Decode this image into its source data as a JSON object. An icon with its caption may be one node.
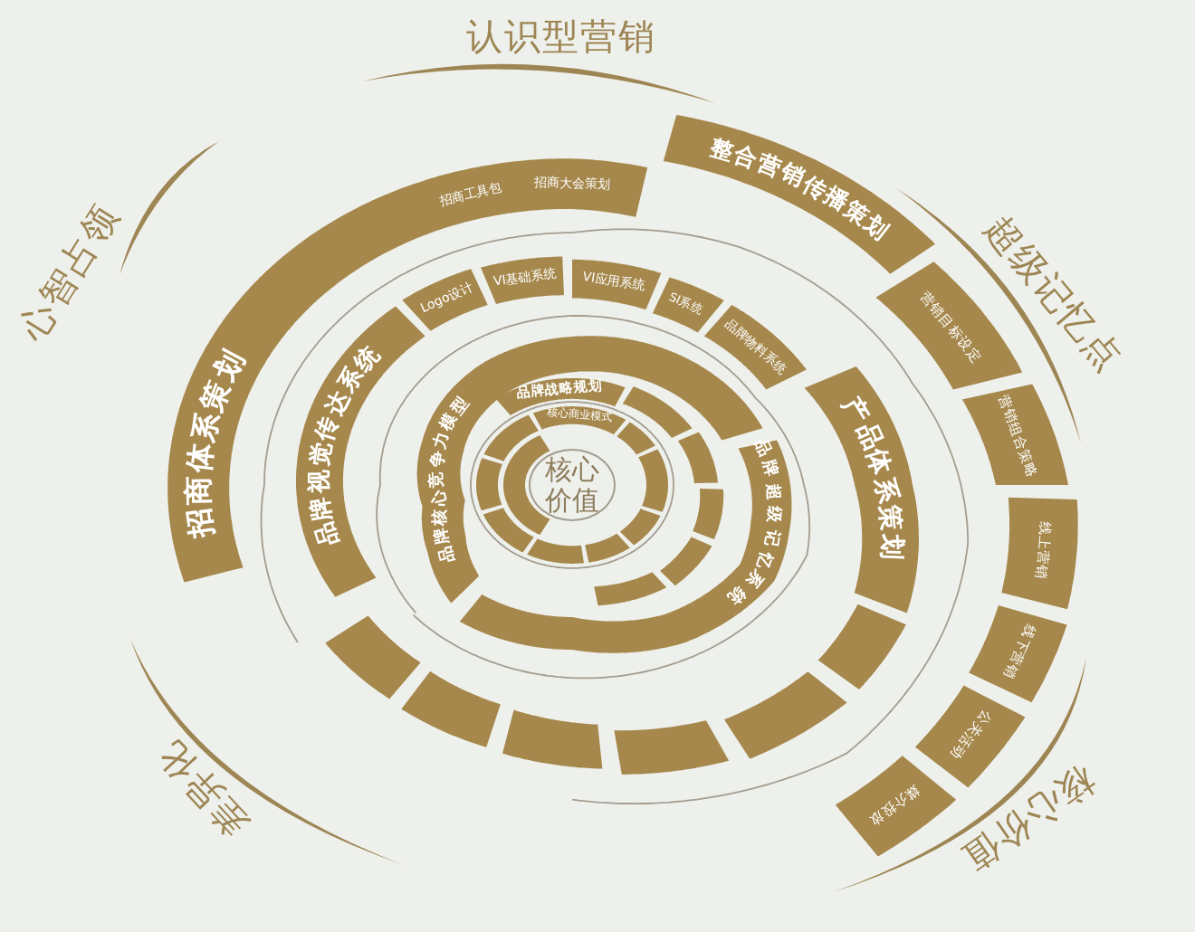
{
  "diagram": {
    "nodes": [
      {
        "text": [
          "核心价值"
        ]
      },
      {
        "text": [],
        "shape": "bar"
      },
      {
        "text": [
          "核心商业模式"
        ]
      },
      {
        "text": [],
        "shape": "bar"
      },
      {
        "text": [],
        "shape": "bar"
      },
      {
        "text": [],
        "shape": "bar"
      },
      {
        "text": [],
        "shape": "bar"
      },
      {
        "text": [],
        "shape": "bar"
      },
      {
        "text": [],
        "shape": "bar"
      },
      {
        "text": [],
        "shape": "bar"
      },
      {
        "text": [],
        "shape": "bar"
      },
      {
        "text": [
          "品牌战略规划"
        ]
      },
      {
        "text": [],
        "shape": "bar"
      },
      {
        "text": [],
        "shape": "bar"
      },
      {
        "text": [],
        "shape": "bar"
      },
      {
        "text": [],
        "shape": "bar"
      },
      {
        "text": [],
        "shape": "bar"
      },
      {
        "text": [
          "品牌核心竞争力模型"
        ]
      },
      {
        "text": [
          "品牌超级记忆系统"
        ]
      },
      {
        "text": [
          "品牌视觉传达系统"
        ]
      },
      {
        "text": [
          "Logo设计"
        ]
      },
      {
        "text": [
          "VI基础系统"
        ]
      },
      {
        "text": [
          "VI应用系统"
        ]
      },
      {
        "text": [
          "SI系统"
        ]
      },
      {
        "text": [
          "品牌物料系统"
        ]
      },
      {
        "text": [
          "产品体系策划"
        ]
      },
      {
        "text": [],
        "shape": "bar"
      },
      {
        "text": [],
        "shape": "bar"
      },
      {
        "text": [],
        "shape": "bar"
      },
      {
        "text": [],
        "shape": "bar"
      },
      {
        "text": [],
        "shape": "bar"
      },
      {
        "text": [],
        "shape": "bar"
      },
      {
        "text": [
          "招商体系策划",
          "招商工具包",
          "招商大会策划"
        ]
      },
      {
        "text": [
          "整合营销传播策划"
        ]
      },
      {
        "text": [
          "营销目标设定"
        ]
      },
      {
        "text": [
          "营销组合策略"
        ]
      },
      {
        "text": [
          "线上营销"
        ]
      },
      {
        "text": [
          "线下营销"
        ]
      },
      {
        "text": [
          "公关活动"
        ]
      },
      {
        "text": [
          "媒介投放"
        ]
      },
      {
        "text": [
          "认识型营销"
        ]
      },
      {
        "text": [
          "心智占领"
        ]
      },
      {
        "text": [
          "超级记忆点"
        ]
      },
      {
        "text": [
          "差异化"
        ]
      },
      {
        "text": [
          "核心价值"
        ]
      }
    ]
  }
}
